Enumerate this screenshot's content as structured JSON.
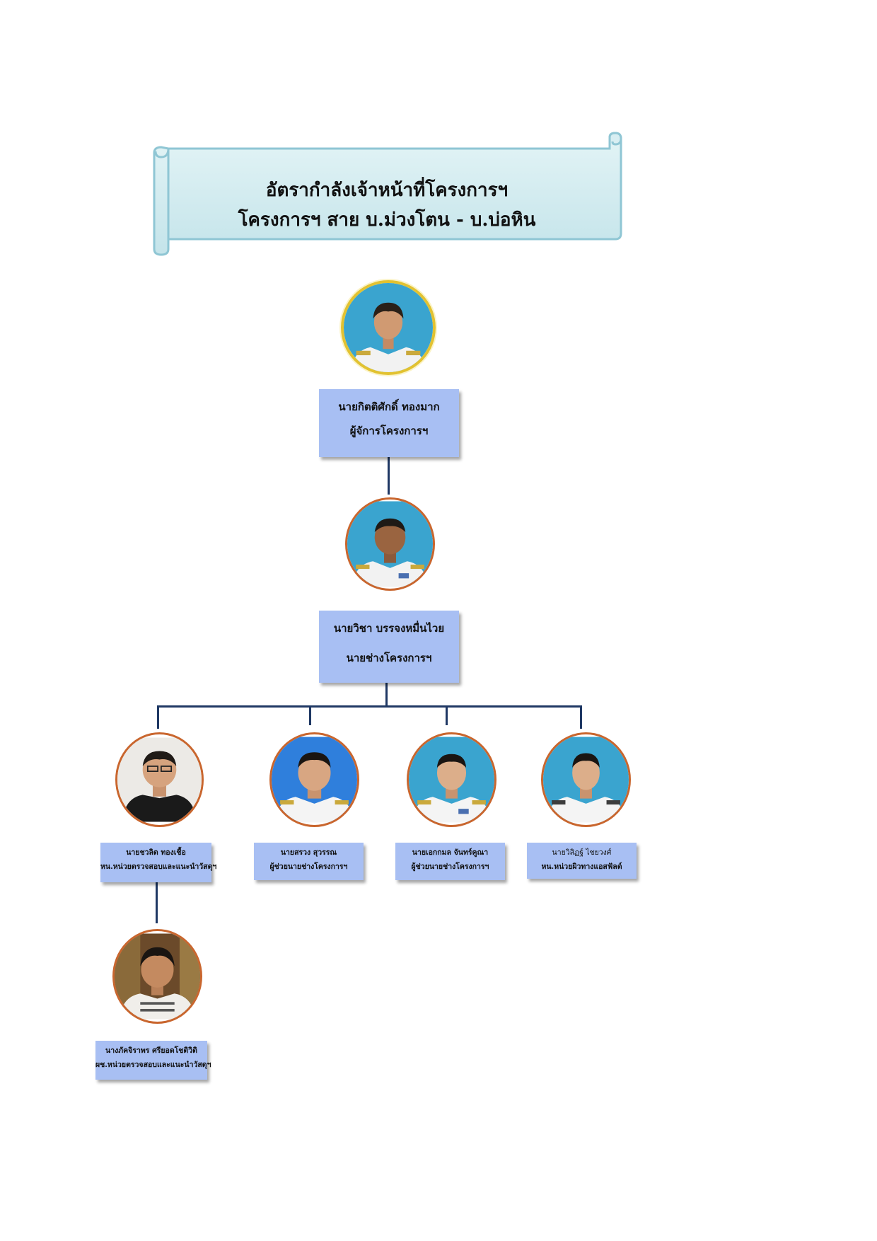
{
  "title": {
    "line1": "อัตรากำลังเจ้าหน้าที่โครงการฯ",
    "line2": "โครงการฯ สาย บ.ม่วงโตน - บ.บ่อหิน"
  },
  "colors": {
    "banner": "#d3ecf0",
    "namebox": "#a8bff3",
    "connector": "#1f3864",
    "photo_ring_top": "#e2c231",
    "photo_ring": "#c9662e"
  },
  "staff": {
    "manager": {
      "name": "นายกิตติศักดิ์  ทองมาก",
      "position": "ผู้จัการโครงการฯ"
    },
    "engineer": {
      "name": "นายวิชา  บรรจงหมื่นไวย",
      "position": "นายช่างโครงการฯ"
    },
    "inspector_head": {
      "name": "นายชวลิต  ทองเชื้อ",
      "position": "หน.หน่วยตรวจสอบและแนะนำวัสดุฯ"
    },
    "assistant_1": {
      "name": "นายสรวง  สุวรรณ",
      "position": "ผู้ช่วยนายช่างโครงการฯ"
    },
    "assistant_2": {
      "name": "นายเอกกมล  จันทร์คูณา",
      "position": "ผู้ช่วยนายช่างโครงการฯ"
    },
    "asphalt_head": {
      "name": "นายวิสิฏฐ์   ไชยวงศ์",
      "position": "หน.หน่วยผิวทางแอสฟัลต์"
    },
    "inspector_assistant": {
      "name": "นางภัคจิราพร  ศรียอดโชติวิติ",
      "position": "ผช.หน่วยตรวจสอบและแนะนำวัสดุฯ"
    }
  }
}
